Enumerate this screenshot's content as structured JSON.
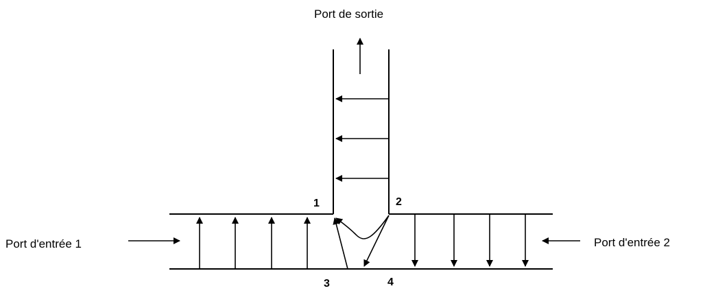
{
  "labels": {
    "output_port": "Port de sortie",
    "input_port_1": "Port d'entrée 1",
    "input_port_2": "Port d'entrée 2",
    "point_1": "1",
    "point_2": "2",
    "point_3": "3",
    "point_4": "4"
  },
  "style": {
    "stroke_color": "#000000",
    "background": "#ffffff"
  }
}
